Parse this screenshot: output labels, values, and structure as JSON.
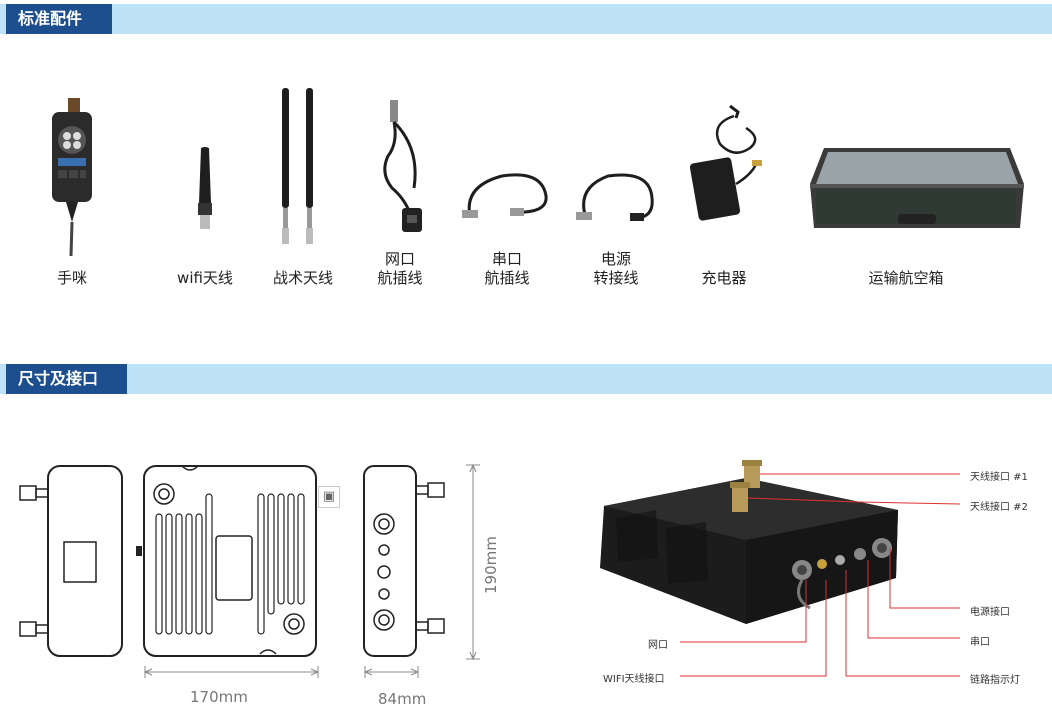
{
  "sections": {
    "accessories_title": "标准配件",
    "dimensions_title": "尺寸及接口"
  },
  "accessories": [
    {
      "name": "手咪"
    },
    {
      "name": "wifi天线"
    },
    {
      "name": "战术天线"
    },
    {
      "name": "网口",
      "name2": "航插线"
    },
    {
      "name": "串口",
      "name2": "航插线"
    },
    {
      "name": "电源",
      "name2": "转接线"
    },
    {
      "name": "充电器"
    },
    {
      "name": "运输航空箱"
    }
  ],
  "dimensions": {
    "width": "170mm",
    "depth": "84mm",
    "height": "190mm"
  },
  "interfaces": {
    "antenna1": "天线接口 #1",
    "antenna2": "天线接口 #2",
    "power": "电源接口",
    "serial": "串口",
    "link_light": "链路指示灯",
    "network": "网口",
    "wifi": "WIFI天线接口"
  },
  "colors": {
    "section_bar": "#bfe3f6",
    "section_tag": "#1d4f8f",
    "callout_line": "#e03030"
  }
}
